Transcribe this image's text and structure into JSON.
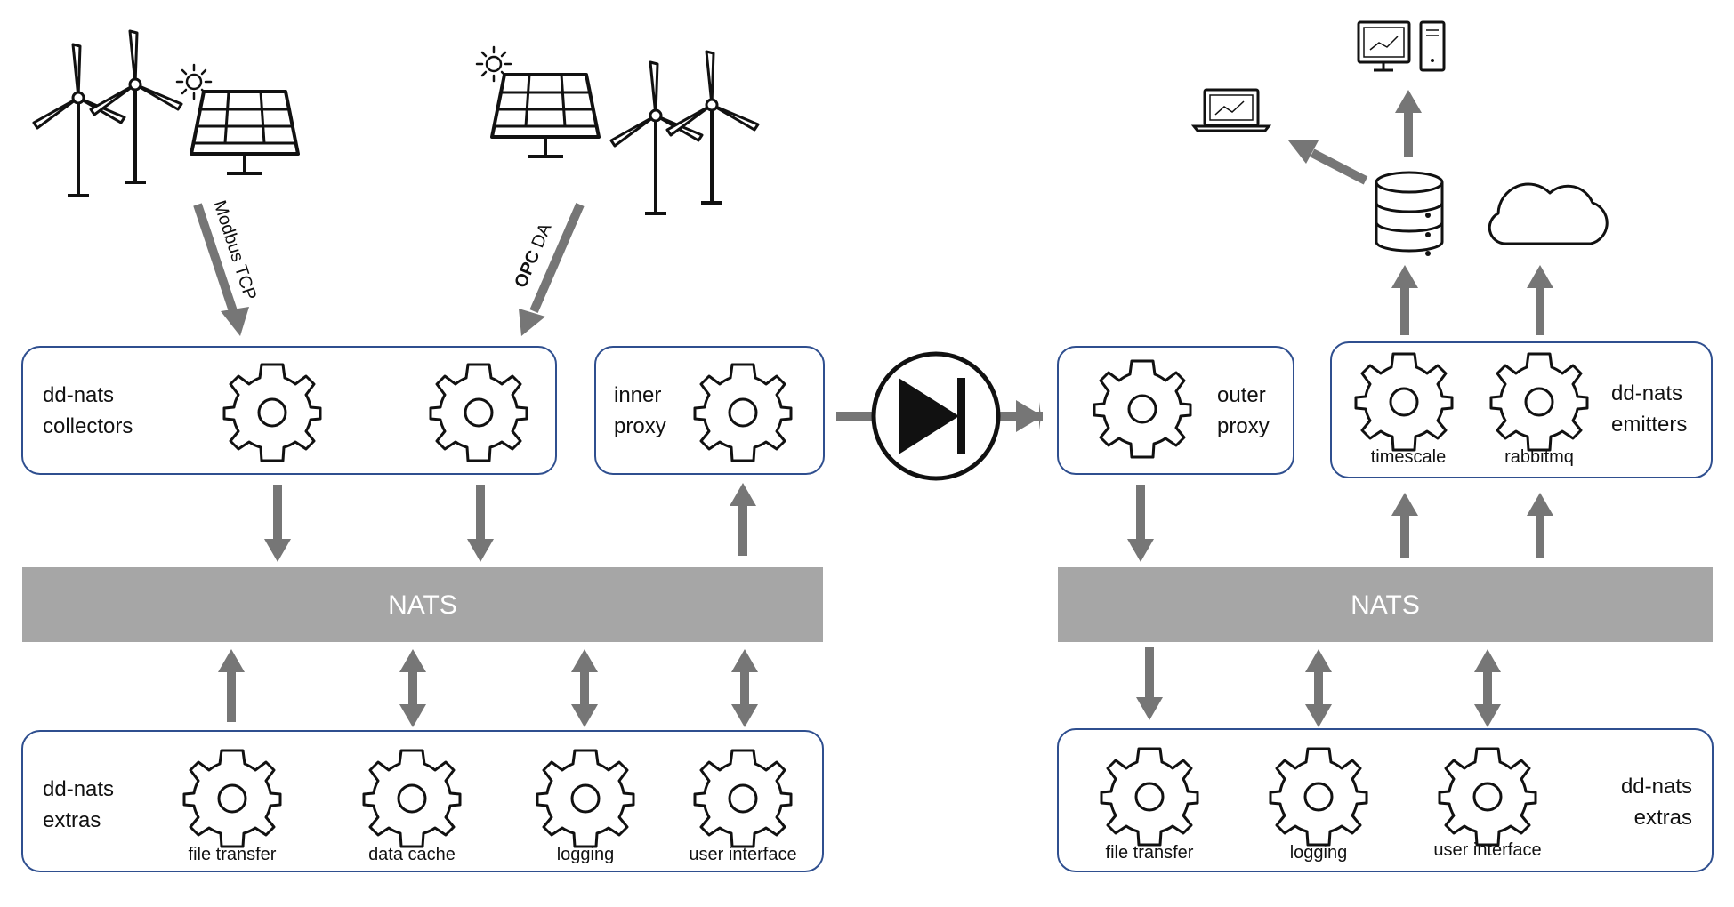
{
  "left": {
    "collectors": {
      "line1": "dd-nats",
      "line2": "collectors"
    },
    "inner_proxy": {
      "line1": "inner",
      "line2": "proxy"
    },
    "bus": "NATS",
    "extras": {
      "line1": "dd-nats",
      "line2": "extras",
      "gears": [
        "file transfer",
        "data cache",
        "logging",
        "user interface"
      ]
    },
    "protocols": {
      "modbus": "Modbus TCP",
      "opc_bold": "OPC",
      "opc_rest": " DA"
    }
  },
  "right": {
    "outer_proxy": {
      "line1": "outer",
      "line2": "proxy"
    },
    "emitters": {
      "line1": "dd-nats",
      "line2": "emitters",
      "gears": [
        "timescale",
        "rabbitmq"
      ]
    },
    "bus": "NATS",
    "extras": {
      "line1": "dd-nats",
      "line2": "extras",
      "gears": [
        "file transfer",
        "logging",
        "user interface"
      ]
    }
  },
  "icons": [
    "wind-turbine-icon",
    "solar-panel-icon",
    "sun-icon",
    "diode-icon",
    "database-icon",
    "cloud-icon",
    "laptop-icon",
    "desktop-computer-icon",
    "gear-icon"
  ],
  "colors": {
    "box_border": "#2f4f8f",
    "bus": "#a6a6a6",
    "arrow": "#767676",
    "bus_text": "#ffffff"
  }
}
